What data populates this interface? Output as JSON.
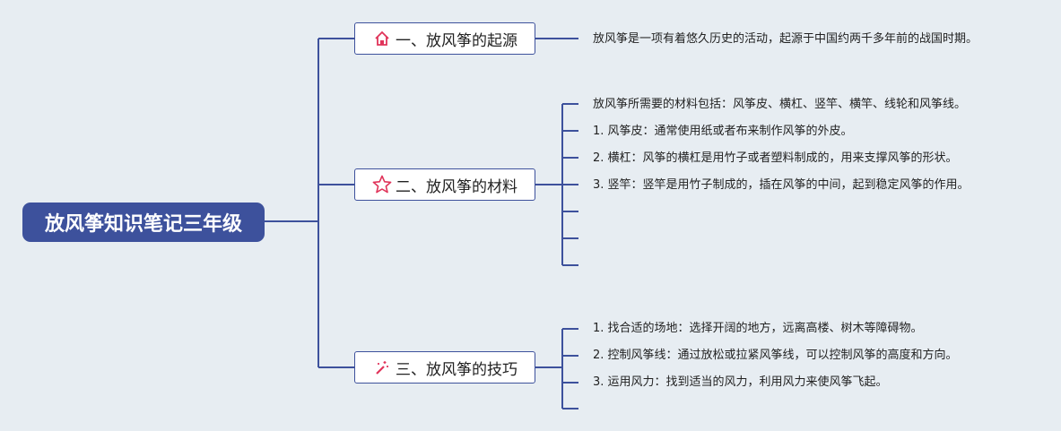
{
  "root": {
    "title": "放风筝知识笔记三年级"
  },
  "branches": [
    {
      "title": "一、放风筝的起源",
      "icon": "home-icon",
      "items": [
        "放风筝是一项有着悠久历史的活动，起源于中国约两千多年前的战国时期。"
      ]
    },
    {
      "title": "二、放风筝的材料",
      "icon": "star-icon",
      "items": [
        "放风筝所需要的材料包括：风筝皮、横杠、竖竿、横竿、线轮和风筝线。",
        "1. 风筝皮：通常使用纸或者布来制作风筝的外皮。",
        "2. 横杠：风筝的横杠是用竹子或者塑料制成的，用来支撑风筝的形状。",
        "3. 竖竿：竖竿是用竹子制成的，插在风筝的中间，起到稳定风筝的作用。"
      ]
    },
    {
      "title": "三、放风筝的技巧",
      "icon": "magic-wand-icon",
      "items": [
        "1. 找合适的场地：选择开阔的地方，远离高楼、树木等障碍物。",
        "2. 控制风筝线：通过放松或拉紧风筝线，可以控制风筝的高度和方向。",
        "3. 运用风力：找到适当的风力，利用风力来使风筝飞起。"
      ]
    }
  ],
  "colors": {
    "line": "#3d519c",
    "icon": "#e0345a",
    "background": "#e7edf2"
  }
}
